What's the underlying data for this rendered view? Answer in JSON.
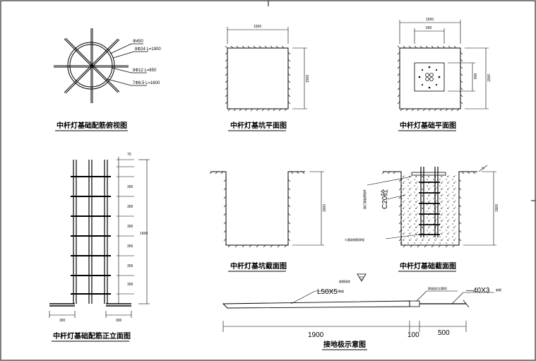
{
  "titles": {
    "plan_rebar": "中杆灯基础配筋俯视图",
    "pit_plan": "中杆灯基坑平面图",
    "found_plan": "中杆灯基础平面图",
    "elev_rebar": "中杆灯基础配筋正立面图",
    "pit_section": "中杆灯基坑截面图",
    "found_section": "中杆灯基础截面图",
    "ground_plate": "接地极示意图"
  },
  "plan_labels": {
    "a": "Φ450",
    "b": "8Φ24 L=1900",
    "c": "8Φ12 L=850",
    "d": "7Φ6.5 L=1600"
  },
  "pit_dims": {
    "top": "1500",
    "right": "1500"
  },
  "found_dims": {
    "top_outer": "1500",
    "top_inner": "600",
    "right_inner": "600",
    "right_outer": "1500"
  },
  "elev_dims": {
    "top": "70",
    "spacings": [
      "300",
      "300",
      "300",
      "300",
      "300",
      "300"
    ],
    "total": "1600",
    "bottom_left": "300",
    "bottom_right": "300"
  },
  "pit_section_dim": "1900",
  "found_section_labels": {
    "vertical_note": "路灯基础预埋件",
    "concrete": "C20砼",
    "bottom_note": "与基础钢筋焊接",
    "right_dim": "1900",
    "top_small": "0"
  },
  "ground": {
    "marker_note": "扁钢接地",
    "angle": "L50X5",
    "angle_unit": "角钢",
    "weld_note": "焊接部位(满焊)",
    "flat": "—40X3",
    "flat_unit": "扁钢",
    "dim1": "1900",
    "dim2": "100",
    "dim3": "500"
  }
}
